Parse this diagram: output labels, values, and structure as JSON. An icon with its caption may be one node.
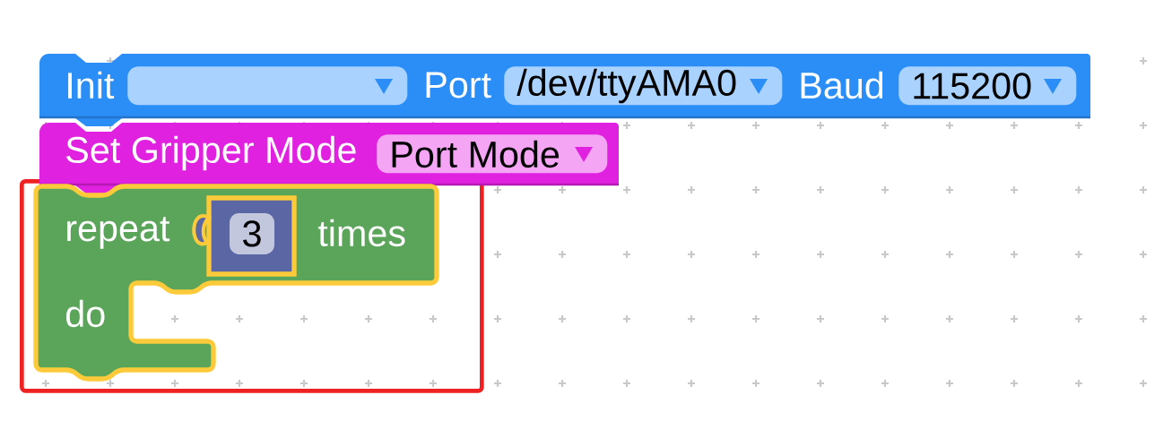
{
  "diagram": {
    "nodes": [
      {
        "text": [
          "Init",
          "Port",
          "Baud"
        ]
      },
      {
        "text": [],
        "shape": "box",
        "in": 0
      },
      {
        "text": [
          "/dev/ttyAMA0"
        ],
        "in": 0
      },
      {
        "text": [
          "115200"
        ],
        "in": 0
      },
      {
        "text": [
          "Set Gripper Mode"
        ]
      },
      {
        "text": [
          "Port Mode"
        ],
        "in": 4
      },
      {
        "text": [],
        "shape": "box"
      },
      {
        "text": [
          "repeat",
          "times",
          "do"
        ],
        "in": 6
      },
      {
        "text": [
          "3"
        ],
        "in": 7
      }
    ]
  }
}
